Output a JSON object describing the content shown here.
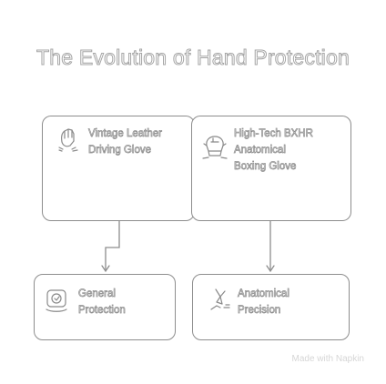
{
  "diagram": {
    "title": "The Evolution of Hand Protection",
    "nodes": [
      {
        "id": "vintage",
        "lines": [
          "Vintage Leather",
          "Driving Glove"
        ],
        "icon": "glove-icon"
      },
      {
        "id": "hightech",
        "lines": [
          "High-Tech BXHR",
          "Anatomical",
          "Boxing Glove"
        ],
        "icon": "boxing-glove-icon"
      },
      {
        "id": "general",
        "lines": [
          "General",
          "Protection"
        ],
        "icon": "shield-icon"
      },
      {
        "id": "precision",
        "lines": [
          "Anatomical",
          "Precision"
        ],
        "icon": "precision-icon"
      }
    ],
    "edges": [
      {
        "from": "vintage",
        "to": "general"
      },
      {
        "from": "hightech",
        "to": "precision"
      }
    ],
    "watermark": "Made with Napkin",
    "colors": {
      "stroke": "#8d8d8d",
      "text": "#8a8a8a",
      "background": "#ffffff"
    }
  }
}
